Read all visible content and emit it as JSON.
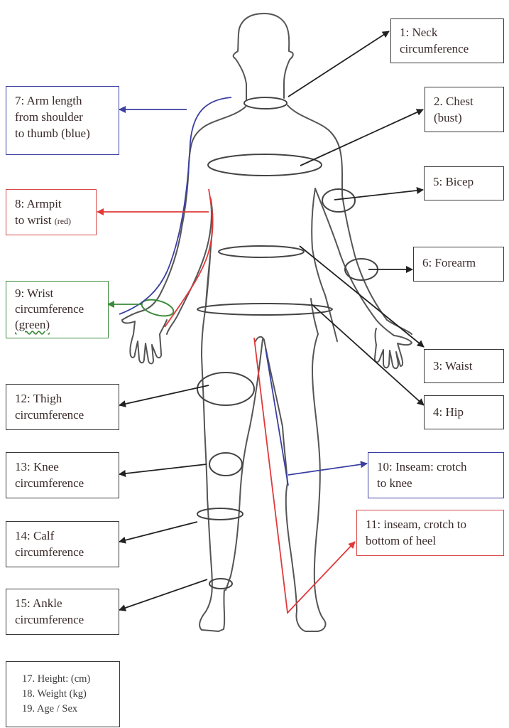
{
  "diagram": {
    "title": "Body measurement guide",
    "colors": {
      "outline": "#555555",
      "arrow_black": "#222222",
      "blue": "#3b3fa0",
      "red": "#e03a3a",
      "green": "#3a8a3a"
    },
    "labels": [
      {
        "id": "neck",
        "number": "1:",
        "lines": [
          "1:  Neck",
          "circumference"
        ],
        "color": "black"
      },
      {
        "id": "chest",
        "number": "2.",
        "lines": [
          "2. Chest",
          "(bust)"
        ],
        "color": "black"
      },
      {
        "id": "waist",
        "number": "3:",
        "lines": [
          "3:  Waist"
        ],
        "color": "black"
      },
      {
        "id": "hip",
        "number": "4:",
        "lines": [
          "4:  Hip"
        ],
        "color": "black"
      },
      {
        "id": "bicep",
        "number": "5:",
        "lines": [
          "5: Bicep"
        ],
        "color": "black"
      },
      {
        "id": "forearm",
        "number": "6:",
        "lines": [
          "6: Forearm"
        ],
        "color": "black"
      },
      {
        "id": "arm-length",
        "number": "7:",
        "lines": [
          "7:  Arm length",
          "from shoulder",
          "to thumb (blue)"
        ],
        "color": "blue"
      },
      {
        "id": "armpit-wrist",
        "number": "8:",
        "lines": [
          "8:  Armpit",
          "to wrist"
        ],
        "note": "(red)",
        "color": "red"
      },
      {
        "id": "wrist",
        "number": "9:",
        "lines": [
          "9: Wrist",
          "circumference"
        ],
        "note": "(green)",
        "color": "green"
      },
      {
        "id": "inseam-knee",
        "number": "10:",
        "lines": [
          "10: Inseam: crotch",
          "to knee"
        ],
        "color": "blue"
      },
      {
        "id": "inseam-heel",
        "number": "11:",
        "lines": [
          "11: inseam, crotch to",
          "bottom of heel"
        ],
        "color": "red"
      },
      {
        "id": "thigh",
        "number": "12:",
        "lines": [
          "12: Thigh",
          "circumference"
        ],
        "color": "black"
      },
      {
        "id": "knee",
        "number": "13:",
        "lines": [
          "13: Knee",
          "circumference"
        ],
        "color": "black"
      },
      {
        "id": "calf",
        "number": "14:",
        "lines": [
          "14:  Calf",
          "circumference"
        ],
        "color": "black"
      },
      {
        "id": "ankle",
        "number": "15:",
        "lines": [
          "15: Ankle",
          "circumference"
        ],
        "color": "black"
      }
    ],
    "info_box": {
      "lines": [
        "17. Height: (cm)",
        "18. Weight (kg)",
        "19. Age / Sex"
      ]
    }
  }
}
